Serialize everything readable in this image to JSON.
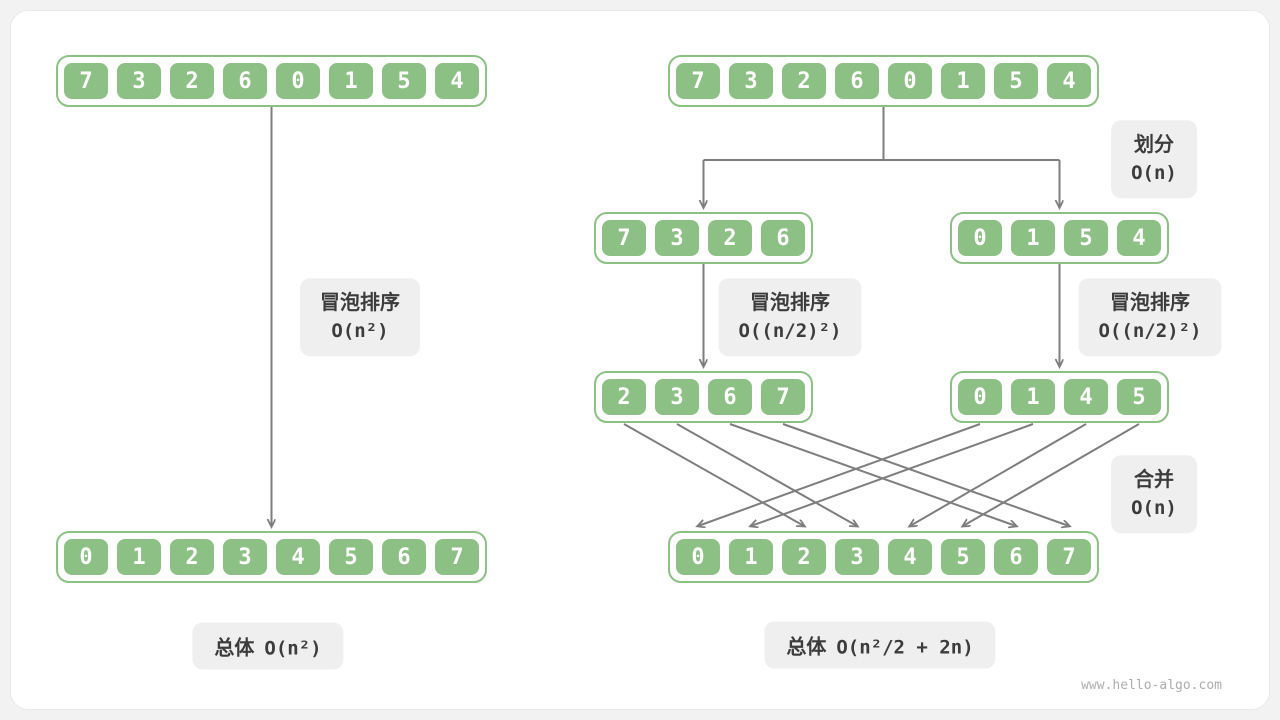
{
  "meta": {
    "watermark": "www.hello-algo.com"
  },
  "colors": {
    "page_bg": "#F2F2F2",
    "card_bg": "#FFFFFF",
    "cell_bg": "#8DC084",
    "cell_text": "#FFFFFF",
    "array_border": "#8DC084",
    "label_bg": "#EFEFEF",
    "label_text": "#3C3C3C",
    "arrow": "#7E7E7E",
    "watermark_text": "#ADADAD"
  },
  "left_panel": {
    "input_array": [
      "7",
      "3",
      "2",
      "6",
      "0",
      "1",
      "5",
      "4"
    ],
    "output_array": [
      "0",
      "1",
      "2",
      "3",
      "4",
      "5",
      "6",
      "7"
    ],
    "sort_label": {
      "title": "冒泡排序",
      "complexity": "O(n²)"
    },
    "total": {
      "prefix": "总体",
      "complexity": "O(n²)"
    }
  },
  "right_panel": {
    "input_array": [
      "7",
      "3",
      "2",
      "6",
      "0",
      "1",
      "5",
      "4"
    ],
    "partition_label": {
      "title": "划分",
      "complexity": "O(n)"
    },
    "left_half": [
      "7",
      "3",
      "2",
      "6"
    ],
    "right_half": [
      "0",
      "1",
      "5",
      "4"
    ],
    "sort_label_left": {
      "title": "冒泡排序",
      "complexity": "O((n/2)²)"
    },
    "sort_label_right": {
      "title": "冒泡排序",
      "complexity": "O((n/2)²)"
    },
    "left_sorted": [
      "2",
      "3",
      "6",
      "7"
    ],
    "right_sorted": [
      "0",
      "1",
      "4",
      "5"
    ],
    "output_array": [
      "0",
      "1",
      "2",
      "3",
      "4",
      "5",
      "6",
      "7"
    ],
    "merge_label": {
      "title": "合并",
      "complexity": "O(n)"
    },
    "total": {
      "prefix": "总体",
      "complexity": "O(n²/2 + 2n)"
    }
  }
}
